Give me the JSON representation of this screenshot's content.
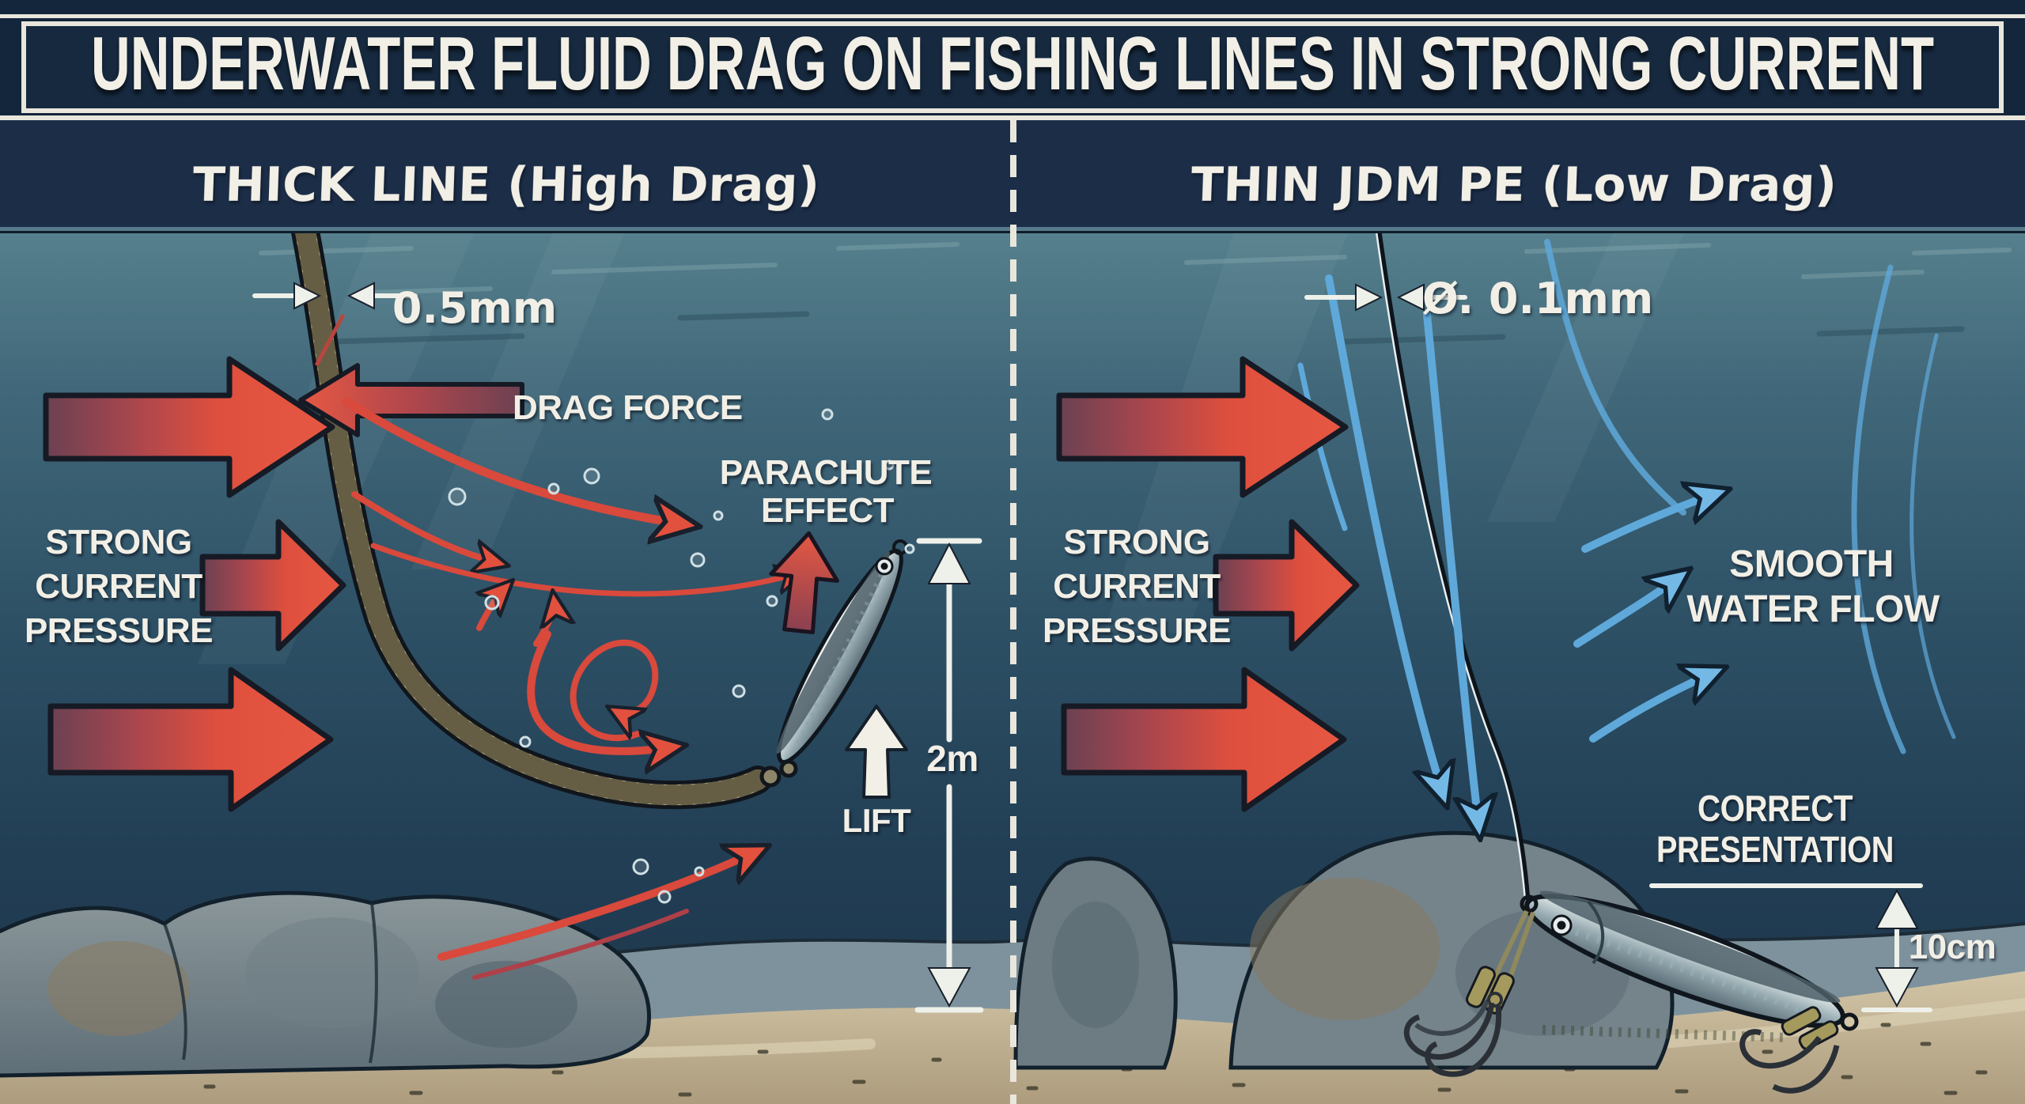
{
  "title": "UNDERWATER FLUID DRAG ON FISHING LINES IN STRONG CURRENT",
  "panels": {
    "left": {
      "heading": "THICK LINE (High Drag)",
      "diameter_label": "0.5mm",
      "drag_force_label": "DRAG FORCE",
      "pressure_line1": "STRONG",
      "pressure_line2": "CURRENT",
      "pressure_line3": "PRESSURE",
      "parachute_line1": "PARACHUTE",
      "parachute_line2": "EFFECT",
      "lift_label": "LIFT",
      "depth_label": "2m"
    },
    "right": {
      "heading": "THIN JDM PE (Low Drag)",
      "diameter_label": "Ø. 0.1mm",
      "pressure_line1": "STRONG",
      "pressure_line2": "CURRENT",
      "pressure_line3": "PRESSURE",
      "smooth_line1": "SMOOTH",
      "smooth_line2": "WATER FLOW",
      "correct_line1": "CORRECT",
      "correct_line2": "PRESENTATION",
      "height_label": "10cm"
    }
  },
  "colors": {
    "current_arrow_red": "#e0473a",
    "flow_arrow_blue": "#5fa8da",
    "water_top": "#56808d",
    "water_bottom": "#1d3449",
    "panel_navy": "#1b2d47",
    "sand": "#c3b494",
    "rope_tan": "#b5aa7e",
    "text_white": "#f2efe6"
  }
}
